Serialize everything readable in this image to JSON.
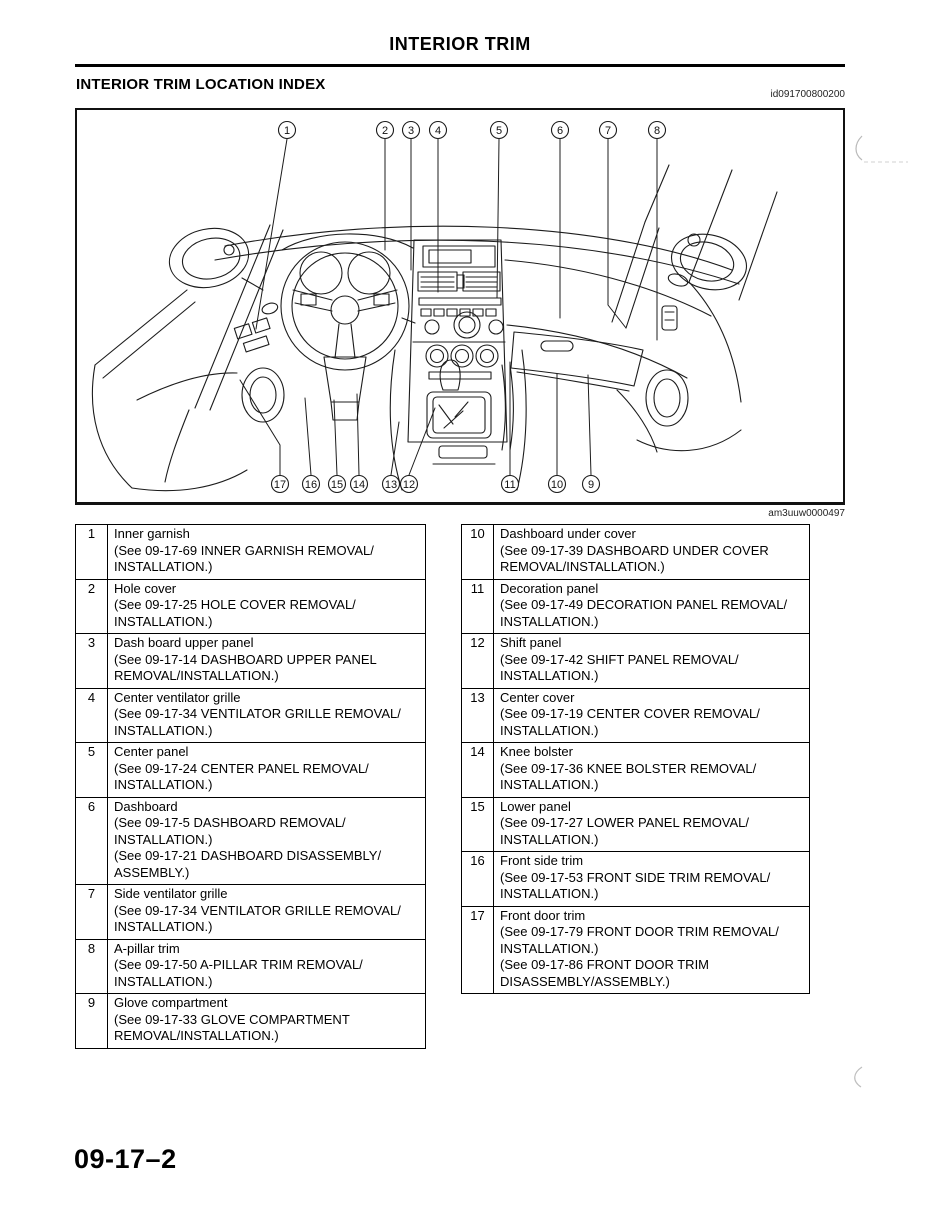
{
  "header": {
    "title": "INTERIOR TRIM",
    "section_title": "INTERIOR TRIM LOCATION INDEX",
    "id_label": "id091700800200"
  },
  "diagram": {
    "figure_code": "am3uuw0000497",
    "top_callouts": [
      "1",
      "2",
      "3",
      "4",
      "5",
      "6",
      "7",
      "8"
    ],
    "bottom_callouts": [
      "17",
      "16",
      "15",
      "14",
      "13",
      "12",
      "11",
      "10",
      "9"
    ]
  },
  "tables": {
    "left": {
      "rows": [
        {
          "num": "1",
          "lines": [
            "Inner garnish",
            "(See 09-17-69 INNER GARNISH REMOVAL/",
            "INSTALLATION.)"
          ]
        },
        {
          "num": "2",
          "lines": [
            "Hole cover",
            "(See 09-17-25 HOLE COVER REMOVAL/",
            "INSTALLATION.)"
          ]
        },
        {
          "num": "3",
          "lines": [
            "Dash board upper panel",
            "(See 09-17-14 DASHBOARD UPPER PANEL",
            "REMOVAL/INSTALLATION.)"
          ]
        },
        {
          "num": "4",
          "lines": [
            "Center ventilator grille",
            "(See 09-17-34 VENTILATOR GRILLE REMOVAL/",
            "INSTALLATION.)"
          ]
        },
        {
          "num": "5",
          "lines": [
            "Center panel",
            "(See 09-17-24 CENTER PANEL REMOVAL/",
            "INSTALLATION.)"
          ]
        },
        {
          "num": "6",
          "lines": [
            "Dashboard",
            "(See 09-17-5 DASHBOARD REMOVAL/",
            "INSTALLATION.)",
            "(See 09-17-21 DASHBOARD DISASSEMBLY/",
            "ASSEMBLY.)"
          ]
        },
        {
          "num": "7",
          "lines": [
            "Side ventilator grille",
            "(See 09-17-34 VENTILATOR GRILLE REMOVAL/",
            "INSTALLATION.)"
          ]
        },
        {
          "num": "8",
          "lines": [
            "A-pillar trim",
            "(See 09-17-50 A-PILLAR TRIM REMOVAL/",
            "INSTALLATION.)"
          ]
        },
        {
          "num": "9",
          "lines": [
            "Glove compartment",
            "(See 09-17-33 GLOVE COMPARTMENT",
            "REMOVAL/INSTALLATION.)"
          ]
        }
      ]
    },
    "right": {
      "rows": [
        {
          "num": "10",
          "lines": [
            "Dashboard under cover",
            "(See 09-17-39 DASHBOARD UNDER COVER",
            "REMOVAL/INSTALLATION.)"
          ]
        },
        {
          "num": "11",
          "lines": [
            "Decoration panel",
            "(See 09-17-49 DECORATION PANEL REMOVAL/",
            "INSTALLATION.)"
          ]
        },
        {
          "num": "12",
          "lines": [
            "Shift panel",
            "(See 09-17-42 SHIFT PANEL REMOVAL/",
            "INSTALLATION.)"
          ]
        },
        {
          "num": "13",
          "lines": [
            "Center cover",
            "(See 09-17-19 CENTER COVER REMOVAL/",
            "INSTALLATION.)"
          ]
        },
        {
          "num": "14",
          "lines": [
            "Knee bolster",
            "(See 09-17-36 KNEE BOLSTER REMOVAL/",
            "INSTALLATION.)"
          ]
        },
        {
          "num": "15",
          "lines": [
            "Lower panel",
            "(See 09-17-27 LOWER PANEL REMOVAL/",
            "INSTALLATION.)"
          ]
        },
        {
          "num": "16",
          "lines": [
            "Front side trim",
            "(See 09-17-53 FRONT SIDE TRIM REMOVAL/",
            "INSTALLATION.)"
          ]
        },
        {
          "num": "17",
          "lines": [
            "Front door trim",
            "(See 09-17-79 FRONT DOOR TRIM REMOVAL/",
            "INSTALLATION.)",
            "(See 09-17-86 FRONT DOOR TRIM",
            "DISASSEMBLY/ASSEMBLY.)"
          ]
        }
      ]
    }
  },
  "footer": {
    "page_number": "09-17–2"
  }
}
